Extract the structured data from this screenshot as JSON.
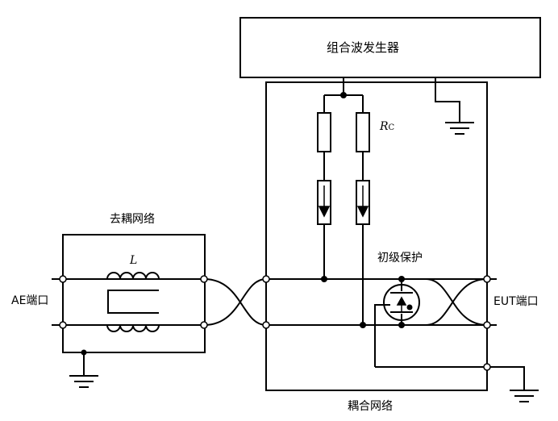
{
  "labels": {
    "generator": "组合波发生器",
    "decoupling": "去耦网络",
    "coupling": "耦合网络",
    "primary_protection": "初级保护",
    "ae_port": "AE端口",
    "eut_port": "EUT端口",
    "inductor": "L",
    "resistor_symbol": "R",
    "resistor_subscript": "C"
  },
  "colors": {
    "line": "#000000",
    "background": "#ffffff"
  }
}
